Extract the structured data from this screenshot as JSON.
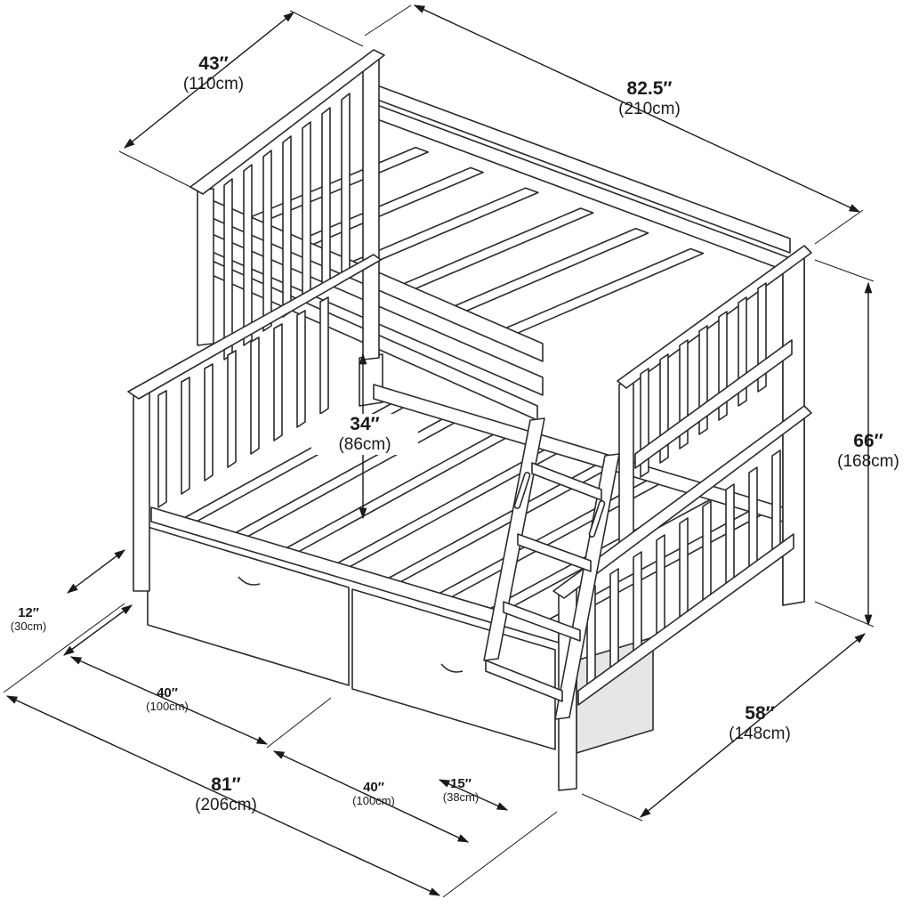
{
  "colors": {
    "line": "#2b2b2b",
    "fill": "#ffffff",
    "shade": "#e6e6e6"
  },
  "dimensions": {
    "top_width": {
      "value": "43″",
      "metric": "(110cm)"
    },
    "top_length": {
      "value": "82.5″",
      "metric": "(210cm)"
    },
    "height": {
      "value": "66″",
      "metric": "(168cm)"
    },
    "clearance": {
      "value": "34″",
      "metric": "(86cm)"
    },
    "drawer_height": {
      "value": "12″",
      "metric": "(30cm)"
    },
    "drawer_left": {
      "value": "40″",
      "metric": "(100cm)"
    },
    "drawer_right": {
      "value": "40″",
      "metric": "(100cm)"
    },
    "ladder_depth": {
      "value": "15″",
      "metric": "(38cm)"
    },
    "bottom_length": {
      "value": "81″",
      "metric": "(206cm)"
    },
    "bottom_width": {
      "value": "58″",
      "metric": "(148cm)"
    }
  }
}
